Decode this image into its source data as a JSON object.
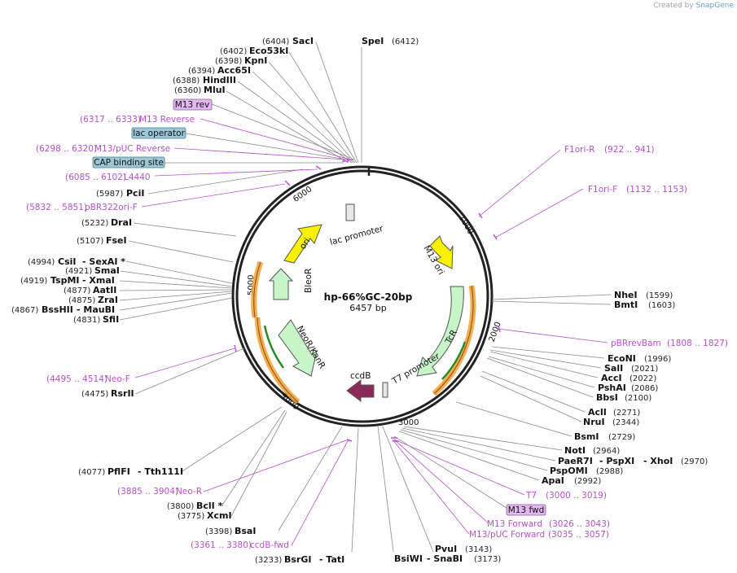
{
  "credit": {
    "prefix": "Created by",
    "brand": "SnapGene"
  },
  "plasmid": {
    "name": "hp-66%GC-20bp",
    "length": "6457 bp"
  },
  "ticks": [
    "1000",
    "2000",
    "3000",
    "4000",
    "5000",
    "6000"
  ],
  "enzymes": [
    {
      "name": "SacI",
      "pos": "(6404)"
    },
    {
      "name": "Eco53kI",
      "pos": "(6402)"
    },
    {
      "name": "KpnI",
      "pos": "(6398)"
    },
    {
      "name": "Acc65I",
      "pos": "(6394)"
    },
    {
      "name": "HindIII",
      "pos": "(6388)"
    },
    {
      "name": "MluI",
      "pos": "(6360)"
    },
    {
      "name": "SpeI",
      "pos": "(6412)"
    },
    {
      "name": "PciI",
      "pos": "(5987)"
    },
    {
      "name": "DraI",
      "pos": "(5232)"
    },
    {
      "name": "FseI",
      "pos": "(5107)"
    },
    {
      "name": "CsiI",
      "pos": "(4994)",
      "extra": "- SexAI *"
    },
    {
      "name": "SmaI",
      "pos": "(4921)"
    },
    {
      "name": "TspMI",
      "pos": "(4919)",
      "extra": "- XmaI"
    },
    {
      "name": "AatII",
      "pos": "(4877)"
    },
    {
      "name": "ZraI",
      "pos": "(4875)"
    },
    {
      "name": "BssHII",
      "pos": "(4867)",
      "extra": "- MauBI"
    },
    {
      "name": "SfiI",
      "pos": "(4831)"
    },
    {
      "name": "RsrII",
      "pos": "(4475)"
    },
    {
      "name": "PflFI",
      "pos": "(4077)",
      "extra": "- Tth111I"
    },
    {
      "name": "BclI *",
      "pos": "(3800)"
    },
    {
      "name": "XcmI",
      "pos": "(3775)"
    },
    {
      "name": "BsaI",
      "pos": "(3398)"
    },
    {
      "name": "BsrGI",
      "pos": "(3233)",
      "extra": "- TatI"
    },
    {
      "name": "BsiWI",
      "pos": "",
      "extra": "- SnaBI",
      "extra_pos": "(3173)"
    },
    {
      "name": "PvuI",
      "pos": "(3143)"
    },
    {
      "name": "NheI",
      "pos": "(1599)"
    },
    {
      "name": "BmtI",
      "pos": "(1603)"
    },
    {
      "name": "EcoNI",
      "pos": "(1996)"
    },
    {
      "name": "SalI",
      "pos": "(2021)"
    },
    {
      "name": "AccI",
      "pos": "(2022)"
    },
    {
      "name": "PshAI",
      "pos": "(2086)"
    },
    {
      "name": "BbsI",
      "pos": "(2100)"
    },
    {
      "name": "AclI",
      "pos": "(2271)"
    },
    {
      "name": "NruI",
      "pos": "(2344)"
    },
    {
      "name": "BsmI",
      "pos": "(2729)"
    },
    {
      "name": "NotI",
      "pos": "(2964)"
    },
    {
      "name": "PaeR7I",
      "pos": "",
      "extra": "- PspXI",
      "extra2": "- XhoI",
      "extra_pos": "(2970)"
    },
    {
      "name": "PspOMI",
      "pos": "(2988)"
    },
    {
      "name": "ApaI",
      "pos": "(2992)"
    }
  ],
  "primers": [
    {
      "name": "M13 Reverse",
      "range": "(6317 .. 6333)"
    },
    {
      "name": "M13/pUC Reverse",
      "range": "(6298 .. 6320)"
    },
    {
      "name": "L4440",
      "range": "(6085 .. 6102)"
    },
    {
      "name": "pBR322ori-F",
      "range": "(5832 .. 5851)"
    },
    {
      "name": "Neo-F",
      "range": "(4495 .. 4514)"
    },
    {
      "name": "Neo-R",
      "range": "(3885 .. 3904)"
    },
    {
      "name": "ccdB-fwd",
      "range": "(3361 .. 3380)"
    },
    {
      "name": "F1ori-R",
      "range": "(922 .. 941)"
    },
    {
      "name": "F1ori-F",
      "range": "(1132 .. 1153)"
    },
    {
      "name": "pBRrevBam",
      "range": "(1808 .. 1827)"
    },
    {
      "name": "T7",
      "range": "(3000 .. 3019)"
    },
    {
      "name": "M13 Forward",
      "range": "(3026 .. 3043)"
    },
    {
      "name": "M13/pUC Forward",
      "range": "(3035 .. 3057)"
    }
  ],
  "boxes": [
    {
      "label": "M13 rev",
      "color": "#e3b7f0"
    },
    {
      "label": "lac operator",
      "color": "#9cc7d6"
    },
    {
      "label": "CAP binding site",
      "color": "#9cc7d6"
    },
    {
      "label": "M13 fwd",
      "color": "#e3b7f0"
    }
  ],
  "features": [
    {
      "label": "ori",
      "color": "#f7f000"
    },
    {
      "label": "lac promoter",
      "color": "#e8e8e8"
    },
    {
      "label": "M13 ori",
      "color": "#f7f000"
    },
    {
      "label": "TcR",
      "color": "#c8f5c8"
    },
    {
      "label": "T7 promoter",
      "color": "#e8e8e8"
    },
    {
      "label": "ccdB",
      "color": "#8a2a5a"
    },
    {
      "label": "NeoR/KanR",
      "color": "#c8f5c8"
    },
    {
      "label": "BleoR",
      "color": "#c8f5c8"
    }
  ],
  "colors": {
    "primer": "#b84fcf",
    "orf_orange": "#f0a030",
    "orf_green": "#2a8a2a",
    "backbone": "#222222"
  }
}
